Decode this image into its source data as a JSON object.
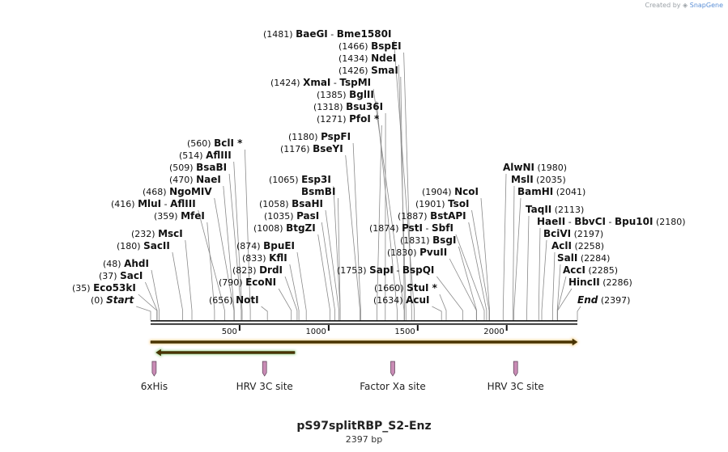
{
  "credit": {
    "prefix": "Created by",
    "brand": "SnapGene"
  },
  "plasmid": {
    "name": "pS97splitRBP_S2-Enz",
    "length_text": "2397 bp",
    "length": 2397
  },
  "ruler": {
    "ticks": [
      {
        "pos": 500,
        "label": "500"
      },
      {
        "pos": 1000,
        "label": "1000"
      },
      {
        "pos": 1500,
        "label": "1500"
      },
      {
        "pos": 2000,
        "label": "2000"
      }
    ]
  },
  "features": [
    {
      "name": "6xHis",
      "pos": 20,
      "color": "#c98bb5"
    },
    {
      "name": "HRV 3C site",
      "pos": 640,
      "color": "#c98bb5"
    },
    {
      "name": "Factor Xa site",
      "pos": 1360,
      "color": "#c98bb5"
    },
    {
      "name": "HRV 3C site",
      "pos": 2050,
      "color": "#c98bb5"
    }
  ],
  "orf_arrows": [
    {
      "name": "forward-orf",
      "start": 0,
      "end": 2397,
      "direction": "forward",
      "color": "#f0a424"
    },
    {
      "name": "reverse-orf",
      "start": 30,
      "end": 810,
      "direction": "reverse",
      "color": "#58b73a"
    }
  ],
  "sites": [
    {
      "side": "left",
      "parts": [
        {
          "pos": "(1481)",
          "name": "BaeGI"
        },
        {
          "pos": "",
          "name": "Bme1580I"
        }
      ],
      "cut": 1481
    },
    {
      "side": "left",
      "parts": [
        {
          "pos": "(1466)",
          "name": "BspEI"
        }
      ],
      "cut": 1466
    },
    {
      "side": "left",
      "parts": [
        {
          "pos": "(1434)",
          "name": "NdeI"
        }
      ],
      "cut": 1434
    },
    {
      "side": "left",
      "parts": [
        {
          "pos": "(1426)",
          "name": "SmaI"
        }
      ],
      "cut": 1426
    },
    {
      "side": "left",
      "parts": [
        {
          "pos": "(1424)",
          "name": "XmaI"
        },
        {
          "pos": "",
          "name": "TspMI"
        }
      ],
      "cut": 1424
    },
    {
      "side": "left",
      "parts": [
        {
          "pos": "(1385)",
          "name": "BglII"
        }
      ],
      "cut": 1385
    },
    {
      "side": "left",
      "parts": [
        {
          "pos": "(1318)",
          "name": "Bsu36I"
        }
      ],
      "cut": 1318
    },
    {
      "side": "left",
      "parts": [
        {
          "pos": "(1271)",
          "name": "PfoI *"
        }
      ],
      "cut": 1271
    },
    {
      "side": "left",
      "parts": [
        {
          "pos": "(1180)",
          "name": "PspFI"
        }
      ],
      "cut": 1180
    },
    {
      "side": "left",
      "parts": [
        {
          "pos": "(1176)",
          "name": "BseYI"
        }
      ],
      "cut": 1176
    },
    {
      "side": "left",
      "parts": [
        {
          "pos": "(560)",
          "name": "BclI *"
        }
      ],
      "cut": 560
    },
    {
      "side": "left",
      "parts": [
        {
          "pos": "(514)",
          "name": "AflIII"
        }
      ],
      "cut": 514
    },
    {
      "side": "left",
      "parts": [
        {
          "pos": "(509)",
          "name": "BsaBI"
        }
      ],
      "cut": 509
    },
    {
      "side": "left",
      "parts": [
        {
          "pos": "(470)",
          "name": "NaeI"
        }
      ],
      "cut": 470
    },
    {
      "side": "left",
      "parts": [
        {
          "pos": "(468)",
          "name": "NgoMIV"
        }
      ],
      "cut": 468
    },
    {
      "side": "left",
      "parts": [
        {
          "pos": "(416)",
          "name": "MluI"
        },
        {
          "pos": "",
          "name": "AflIII"
        }
      ],
      "cut": 416
    },
    {
      "side": "left",
      "parts": [
        {
          "pos": "(359)",
          "name": "MfeI"
        }
      ],
      "cut": 359
    },
    {
      "side": "left",
      "parts": [
        {
          "pos": "(232)",
          "name": "MscI"
        }
      ],
      "cut": 232
    },
    {
      "side": "left",
      "parts": [
        {
          "pos": "(180)",
          "name": "SacII"
        }
      ],
      "cut": 180
    },
    {
      "side": "left",
      "parts": [
        {
          "pos": "(48)",
          "name": "AhdI"
        }
      ],
      "cut": 48
    },
    {
      "side": "left",
      "parts": [
        {
          "pos": "(37)",
          "name": "SacI"
        }
      ],
      "cut": 37
    },
    {
      "side": "left",
      "parts": [
        {
          "pos": "(35)",
          "name": "Eco53kI"
        }
      ],
      "cut": 35
    },
    {
      "side": "left",
      "parts": [
        {
          "pos": "(0)",
          "name": "Start",
          "italic": true
        }
      ],
      "cut": 0
    },
    {
      "side": "left",
      "parts": [
        {
          "pos": "(1065)",
          "name": "Esp3I"
        }
      ],
      "cut": 1065
    },
    {
      "side": "left",
      "parts": [
        {
          "pos": "",
          "name": "BsmBI"
        }
      ],
      "cut": 1065
    },
    {
      "side": "left",
      "parts": [
        {
          "pos": "(1058)",
          "name": "BsaHI"
        }
      ],
      "cut": 1058
    },
    {
      "side": "left",
      "parts": [
        {
          "pos": "(1035)",
          "name": "PasI"
        }
      ],
      "cut": 1035
    },
    {
      "side": "left",
      "parts": [
        {
          "pos": "(1008)",
          "name": "BtgZI"
        }
      ],
      "cut": 1008
    },
    {
      "side": "left",
      "parts": [
        {
          "pos": "(874)",
          "name": "BpuEI"
        }
      ],
      "cut": 874
    },
    {
      "side": "left",
      "parts": [
        {
          "pos": "(833)",
          "name": "KflI"
        }
      ],
      "cut": 833
    },
    {
      "side": "left",
      "parts": [
        {
          "pos": "(823)",
          "name": "DrdI"
        }
      ],
      "cut": 823
    },
    {
      "side": "left",
      "parts": [
        {
          "pos": "(790)",
          "name": "EcoNI"
        }
      ],
      "cut": 790
    },
    {
      "side": "left",
      "parts": [
        {
          "pos": "(656)",
          "name": "NotI"
        }
      ],
      "cut": 656
    },
    {
      "side": "left",
      "parts": [
        {
          "pos": "(1904)",
          "name": "NcoI"
        }
      ],
      "cut": 1904
    },
    {
      "side": "left",
      "parts": [
        {
          "pos": "(1901)",
          "name": "TsoI"
        }
      ],
      "cut": 1901
    },
    {
      "side": "left",
      "parts": [
        {
          "pos": "(1887)",
          "name": "BstAPI"
        }
      ],
      "cut": 1887
    },
    {
      "side": "left",
      "parts": [
        {
          "pos": "(1874)",
          "name": "PstI"
        },
        {
          "pos": "",
          "name": "SbfI"
        }
      ],
      "cut": 1874
    },
    {
      "side": "left",
      "parts": [
        {
          "pos": "(1831)",
          "name": "BsgI"
        }
      ],
      "cut": 1831
    },
    {
      "side": "left",
      "parts": [
        {
          "pos": "(1830)",
          "name": "PvuII"
        }
      ],
      "cut": 1830
    },
    {
      "side": "left",
      "parts": [
        {
          "pos": "(1753)",
          "name": "SapI"
        },
        {
          "pos": "",
          "name": "BspQI"
        }
      ],
      "cut": 1753
    },
    {
      "side": "left",
      "parts": [
        {
          "pos": "(1660)",
          "name": "StuI *"
        }
      ],
      "cut": 1660
    },
    {
      "side": "left",
      "parts": [
        {
          "pos": "(1634)",
          "name": "AcuI"
        }
      ],
      "cut": 1634
    },
    {
      "side": "right",
      "parts": [
        {
          "name": "AlwNI",
          "pos": "(1980)"
        }
      ],
      "cut": 1980
    },
    {
      "side": "right",
      "parts": [
        {
          "name": "MslI",
          "pos": "(2035)"
        }
      ],
      "cut": 2035
    },
    {
      "side": "right",
      "parts": [
        {
          "name": "BamHI",
          "pos": "(2041)"
        }
      ],
      "cut": 2041
    },
    {
      "side": "right",
      "parts": [
        {
          "name": "TaqII",
          "pos": "(2113)"
        }
      ],
      "cut": 2113
    },
    {
      "side": "right",
      "parts": [
        {
          "name": "HaeII"
        },
        {
          "name": "BbvCI"
        },
        {
          "name": "Bpu10I",
          "pos": "(2180)"
        }
      ],
      "cut": 2180
    },
    {
      "side": "right",
      "parts": [
        {
          "name": "BciVI",
          "pos": "(2197)"
        }
      ],
      "cut": 2197
    },
    {
      "side": "right",
      "parts": [
        {
          "name": "AclI",
          "pos": "(2258)"
        }
      ],
      "cut": 2258
    },
    {
      "side": "right",
      "parts": [
        {
          "name": "SalI",
          "pos": "(2284)"
        }
      ],
      "cut": 2284
    },
    {
      "side": "right",
      "parts": [
        {
          "name": "AccI",
          "pos": "(2285)"
        }
      ],
      "cut": 2285
    },
    {
      "side": "right",
      "parts": [
        {
          "name": "HincII",
          "pos": "(2286)"
        }
      ],
      "cut": 2286
    },
    {
      "side": "right",
      "parts": [
        {
          "name": "End",
          "pos": "(2397)",
          "italic": true
        }
      ],
      "cut": 2397
    }
  ]
}
